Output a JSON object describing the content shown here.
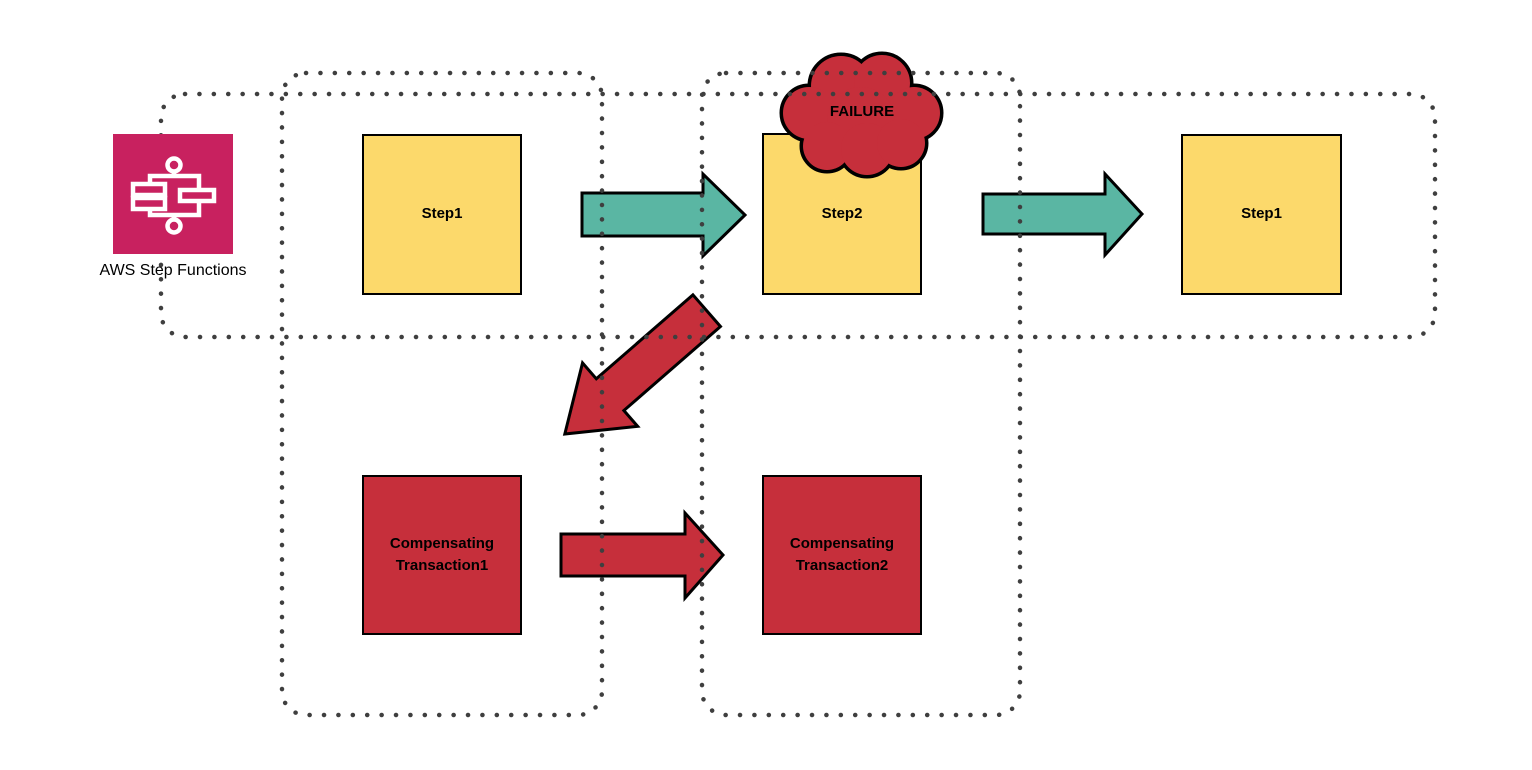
{
  "colors": {
    "background": "#ffffff",
    "node_yellow": "#FCD96B",
    "node_red": "#C62F3B",
    "arrow_teal": "#5AB6A3",
    "aws_pink": "#C8215F",
    "shape_outline": "#000000",
    "dotted_border": "#3F3F3F"
  },
  "aws_service": {
    "label": "AWS Step Functions",
    "icon": "step-functions-workflow-icon"
  },
  "steps": [
    {
      "label": "Step1"
    },
    {
      "label": "Step2"
    },
    {
      "label": "Step1"
    }
  ],
  "compensations": [
    {
      "label": "Compensating Transaction1"
    },
    {
      "label": "Compensating Transaction2"
    }
  ],
  "failure": {
    "label": "FAILURE"
  },
  "flows": [
    {
      "from": "Step1",
      "to": "Step2",
      "style": "teal-arrow"
    },
    {
      "from": "Step2",
      "to": "Step1",
      "style": "teal-arrow"
    },
    {
      "from": "Step2",
      "to": "Compensating Transaction1",
      "style": "red-diagonal-arrow"
    },
    {
      "from": "Compensating Transaction1",
      "to": "Compensating Transaction2",
      "style": "red-arrow"
    }
  ]
}
